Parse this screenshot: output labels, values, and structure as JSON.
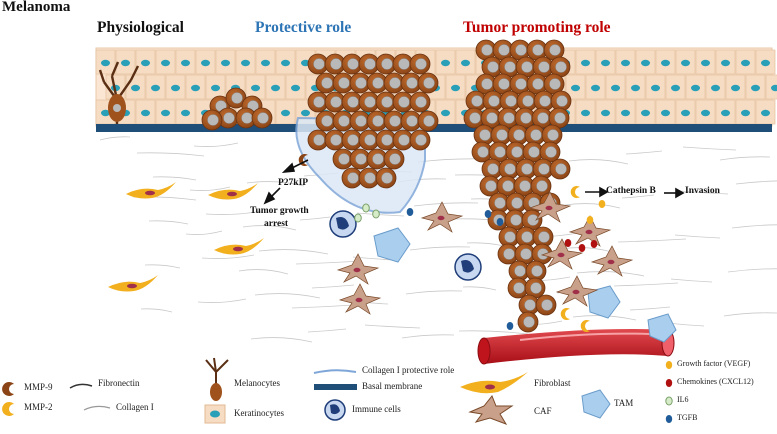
{
  "title": "Melanoma",
  "headers": {
    "physiological": "Physiological",
    "protective": "Protective role",
    "tumor": "Tumor promoting role"
  },
  "annotations": {
    "p27": "P27kIP",
    "growth_arrest_1": "Tumor growth",
    "growth_arrest_2": "arrest",
    "cathepsin": "Cathepsin B",
    "invasion": "Invasion"
  },
  "legend": {
    "mmp9": "MMP-9",
    "mmp2": "MMP-2",
    "fibronectin": "Fibronectin",
    "collagen": "Collagen I",
    "melanocytes": "Melanocytes",
    "keratinocytes": "Keratinocytes",
    "collagen_protective": "Collagen I protective role",
    "basal_membrane": "Basal membrane",
    "immune_cells": "Immune cells",
    "fibroblast": "Fibroblast",
    "caf": "CAF",
    "tam": "TAM",
    "growth_factor": "Growth factor (VEGF)",
    "chemokines": "Chemokines (CXCL12)",
    "il6": "IL6",
    "tgfb": "TGFB"
  },
  "colors": {
    "protective_blue": "#2e75b6",
    "tumor_red": "#c00000",
    "melanoma_cell": "#a0521d",
    "nucleus": "#b9b9b9",
    "keratinocyte": "#f7dcc4",
    "keratinocyte_nucleus": "#2aa0b8",
    "basal_membrane": "#1f4e79",
    "vessel": "#c0141c",
    "caf": "#c9a18a",
    "tam": "#aacfee",
    "vegf": "#f2b01e",
    "cxcl12": "#b01010",
    "il6": "#d6ecc8",
    "tgfb": "#1f5c99"
  }
}
